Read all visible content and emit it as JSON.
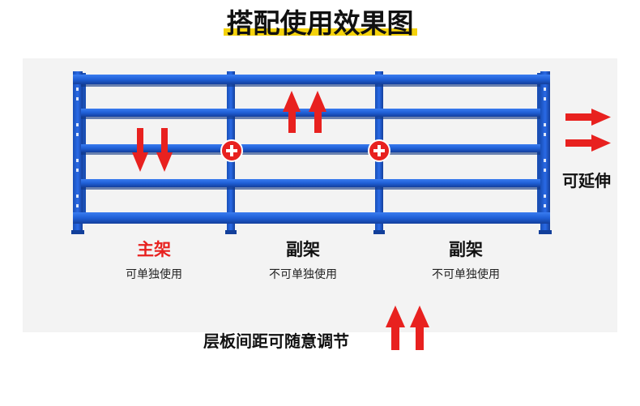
{
  "title": "搭配使用效果图",
  "sections": [
    {
      "name": "主架",
      "desc": "可单独使用",
      "highlight": true
    },
    {
      "name": "副架",
      "desc": "不可单独使用",
      "highlight": false
    },
    {
      "name": "副架",
      "desc": "不可单独使用",
      "highlight": false
    }
  ],
  "extend_label": "可延伸",
  "adjust_label": "层板间距可随意调节",
  "colors": {
    "rack_blue": "#1f5fd6",
    "rack_dark": "#123f9a",
    "arrow_red": "#e8211f",
    "highlight_yellow": "#f4d20b"
  },
  "icons": [
    "plus-connector-icon",
    "arrow-down-icon",
    "arrow-up-icon",
    "arrow-right-icon"
  ]
}
